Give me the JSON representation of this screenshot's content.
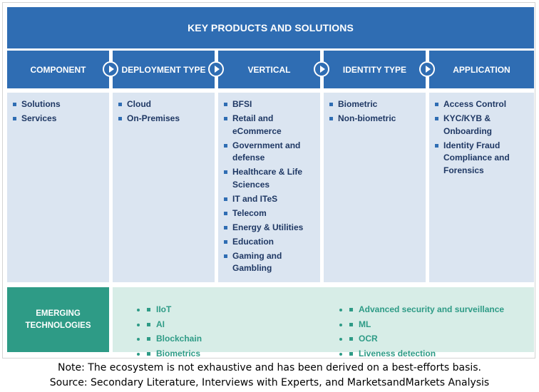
{
  "title": "KEY PRODUCTS AND SOLUTIONS",
  "columns": [
    {
      "heading": "COMPONENT",
      "items": [
        "Solutions",
        "Services"
      ]
    },
    {
      "heading": "DEPLOYMENT TYPE",
      "items": [
        "Cloud",
        "On-Premises"
      ]
    },
    {
      "heading": "VERTICAL",
      "items": [
        "BFSI",
        "Retail and eCommerce",
        "Government and defense",
        "Healthcare & Life Sciences",
        "IT and ITeS",
        "Telecom",
        "Energy & Utilities",
        "Education",
        "Gaming and Gambling"
      ]
    },
    {
      "heading": "IDENTITY TYPE",
      "items": [
        "Biometric",
        "Non-biometric"
      ]
    },
    {
      "heading": "APPLICATION",
      "items": [
        "Access Control",
        "KYC/KYB  & Onboarding",
        "Identity Fraud Compliance and Forensics"
      ]
    }
  ],
  "emerging": {
    "heading": "EMERGING TECHNOLOGIES",
    "left_items": [
      "IIoT",
      "AI",
      "Blockchain",
      "Biometrics"
    ],
    "right_items": [
      "Advanced security and surveillance",
      "ML",
      "OCR",
      "Liveness detection"
    ]
  },
  "note": "Note: The ecosystem is not exhaustive and has been derived on a best-efforts basis.",
  "source": "Source: Secondary Literature, Interviews with Experts, and MarketsandMarkets Analysis",
  "colors": {
    "primary": "#2f6db3",
    "column_bg": "#dbe5f1",
    "text_dark": "#1f3864",
    "teal": "#2e9b86",
    "teal_bg": "#d7ede7"
  }
}
